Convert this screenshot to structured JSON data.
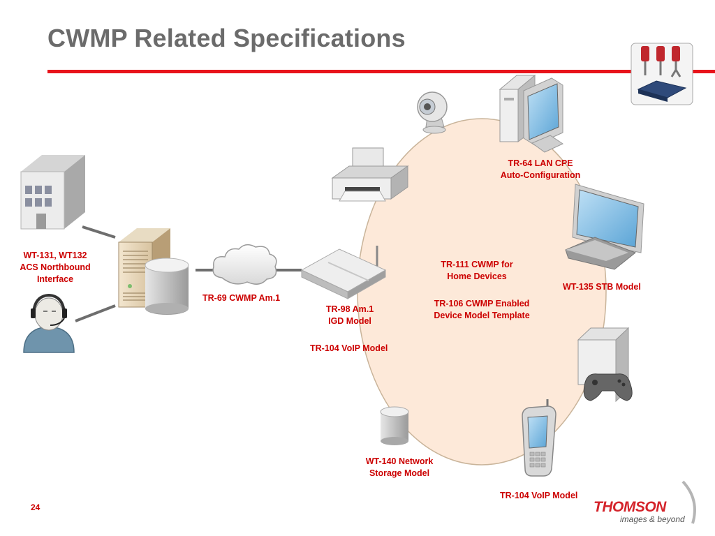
{
  "slide": {
    "title": "CWMP Related Specifications",
    "page_number": "24"
  },
  "labels": {
    "acs": [
      "WT-131, WT132",
      "ACS Northbound",
      "Interface"
    ],
    "tr69": "TR-69 CWMP Am.1",
    "tr98": [
      "TR-98 Am.1",
      "IGD Model"
    ],
    "tr104_gw": "TR-104 VoIP Model",
    "tr111": [
      "TR-111 CWMP for",
      "Home Devices"
    ],
    "tr106": [
      "TR-106 CWMP Enabled",
      "Device Model Template"
    ],
    "tr64": [
      "TR-64 LAN CPE",
      "Auto-Configuration"
    ],
    "wt135": "WT-135 STB Model",
    "wt140": [
      "WT-140 Network",
      "Storage Model"
    ],
    "tr104_phone": "TR-104 VoIP Model"
  },
  "logo": {
    "brand": "THOMSON",
    "tagline": "images & beyond"
  },
  "colors": {
    "title": "#6b6b6b",
    "accent_red": "#e8141b",
    "label_red": "#cc0000",
    "ellipse_fill": "#fde9d9"
  },
  "icons": [
    "office-building-icon",
    "support-agent-icon",
    "acs-server-icon",
    "database-icon",
    "cloud-icon",
    "gateway-router-icon",
    "printer-icon",
    "webcam-icon",
    "desktop-computer-icon",
    "flat-tv-stb-icon",
    "game-console-icon",
    "mobile-phone-icon",
    "network-storage-icon",
    "tools-router-icon"
  ]
}
